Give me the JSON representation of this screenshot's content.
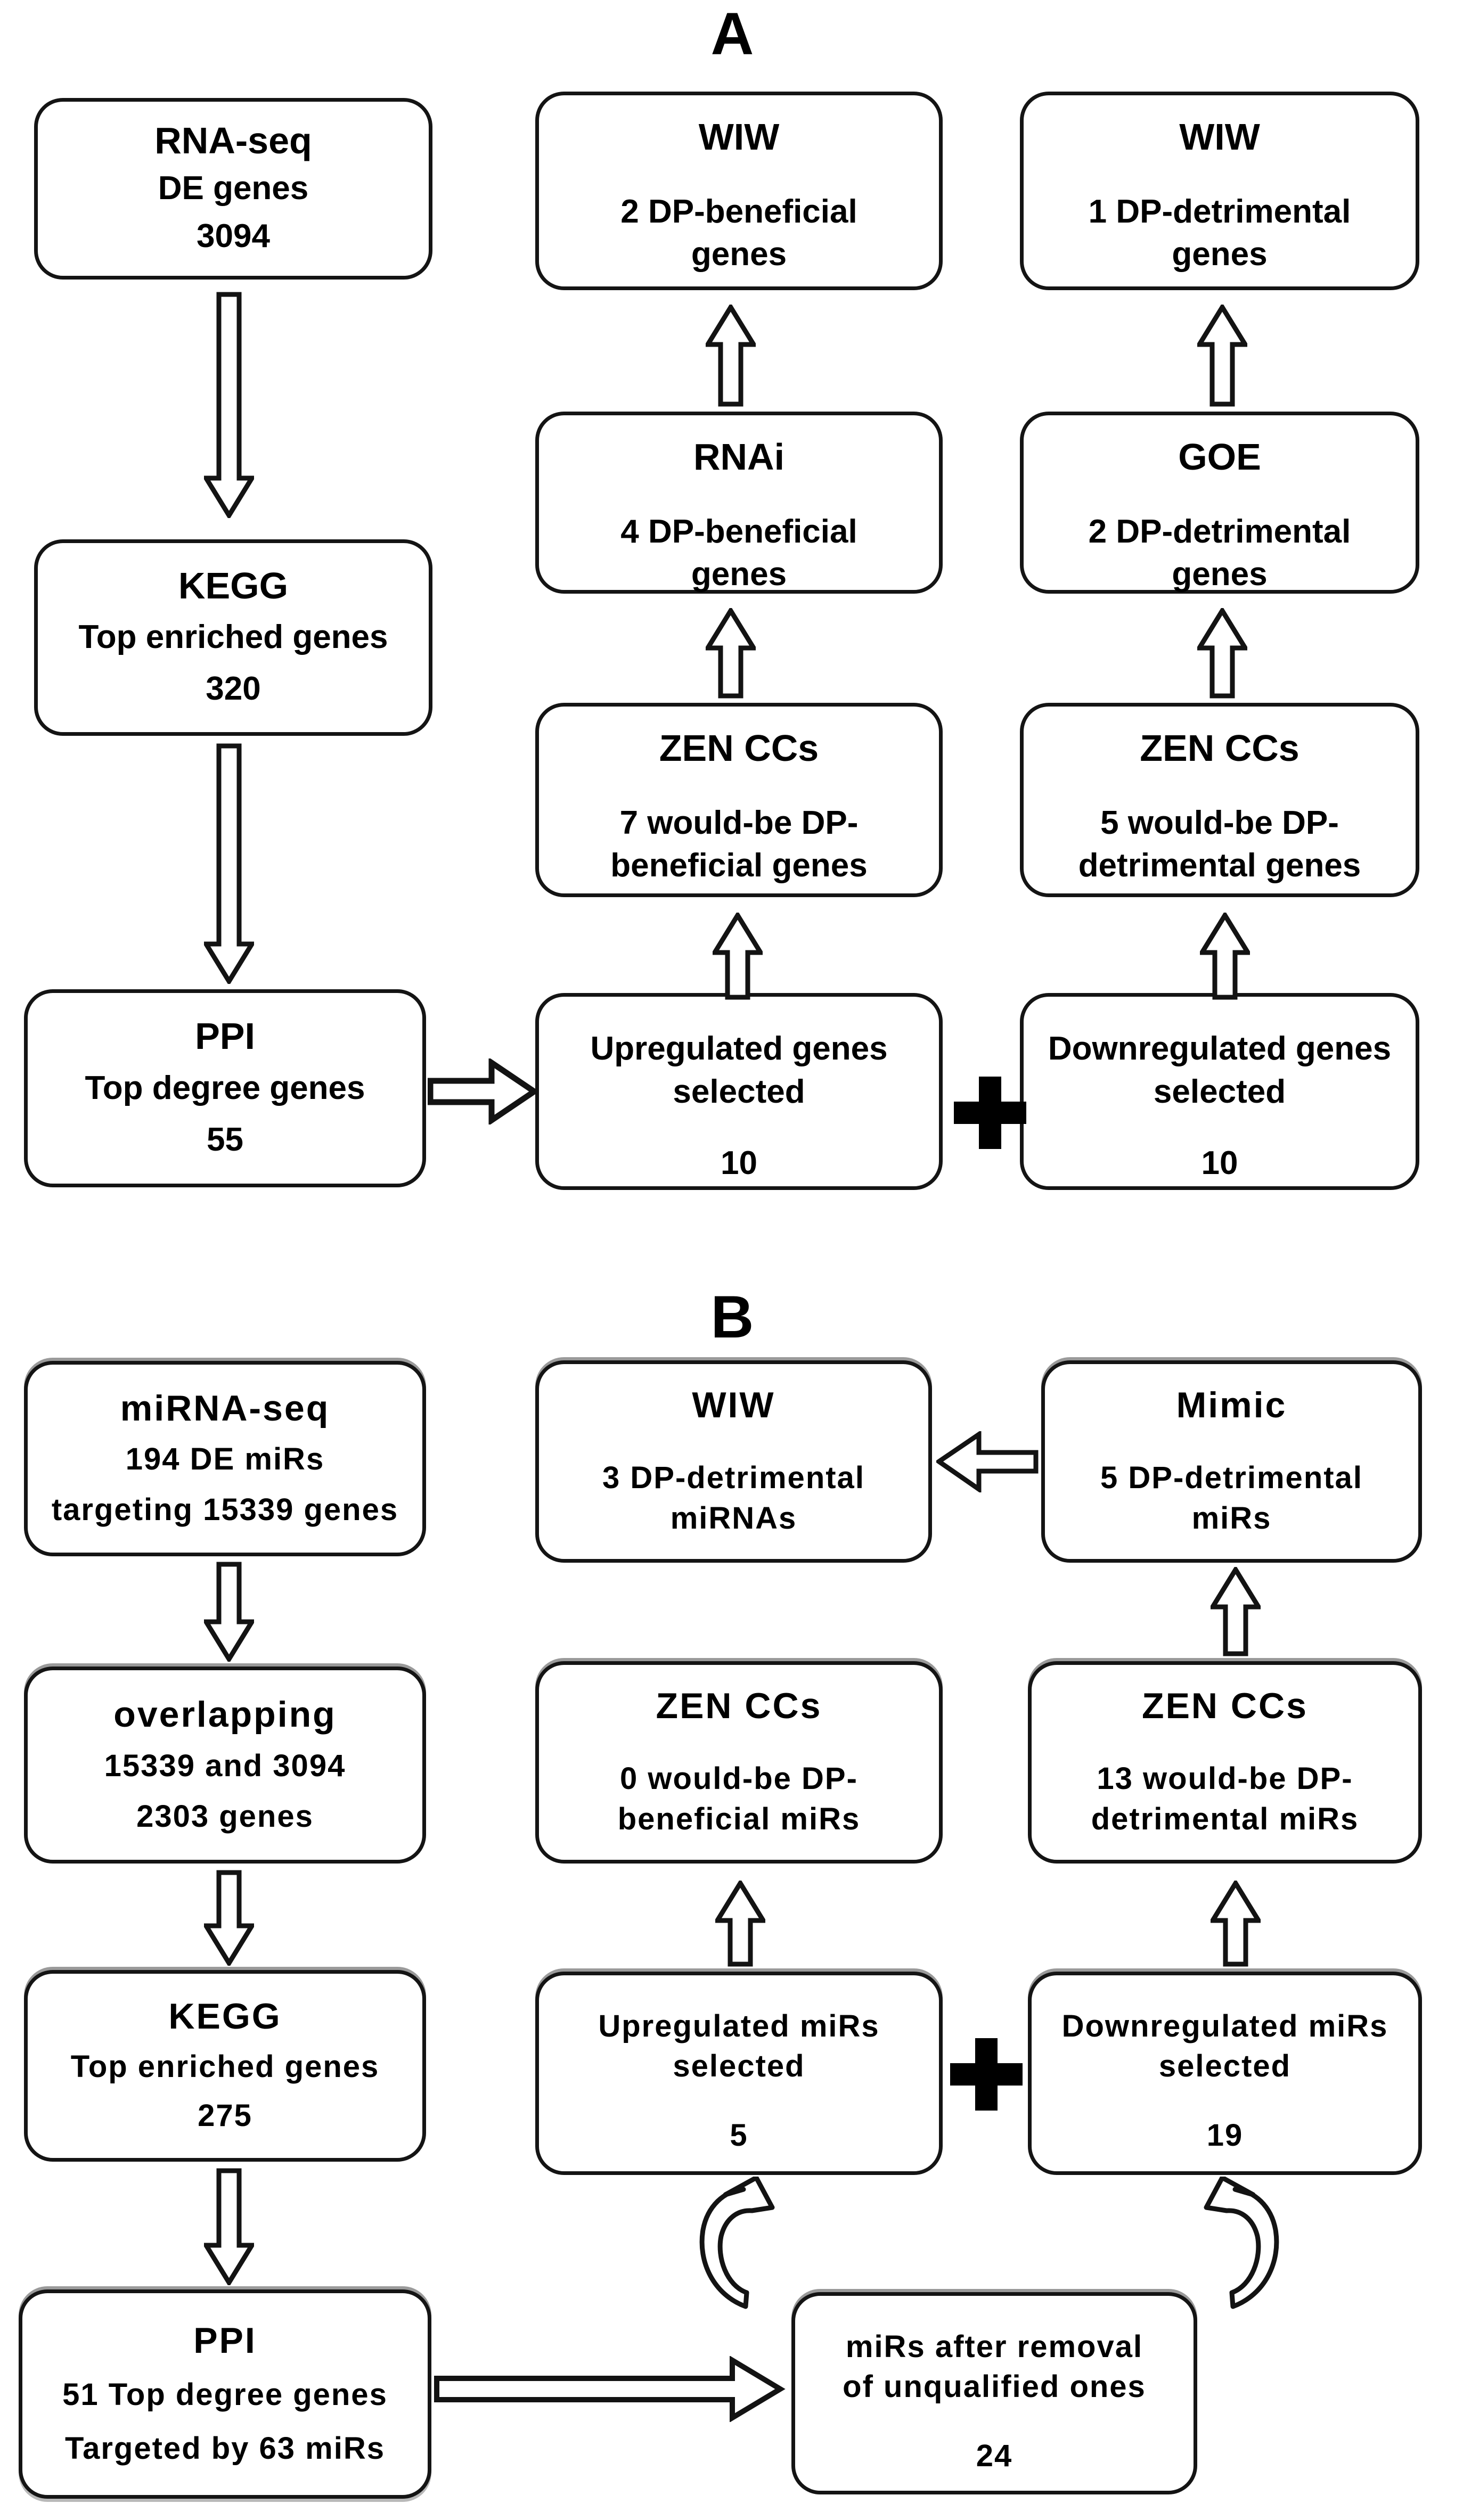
{
  "figure": {
    "colors": {
      "box_border": "#141414",
      "text": "#000000",
      "background": "#ffffff",
      "bevel": "#9a9a9a"
    },
    "panel_a": {
      "label": "A",
      "plus": "+",
      "nodes": {
        "rnaseq": {
          "lines": [
            "RNA-seq",
            "DE genes",
            "3094"
          ]
        },
        "kegg": {
          "lines": [
            "KEGG",
            "Top enriched genes",
            "320"
          ]
        },
        "ppi": {
          "lines": [
            "PPI",
            "Top degree genes",
            "55"
          ]
        },
        "upregulated": {
          "lines": [
            "Upregulated genes",
            "selected",
            "10"
          ]
        },
        "downregulated": {
          "lines": [
            "Downregulated genes",
            "selected",
            "10"
          ]
        },
        "zen_beneficial": {
          "lines": [
            "ZEN CCs",
            "7 would-be DP-",
            "beneficial genes"
          ]
        },
        "zen_detrimental": {
          "lines": [
            "ZEN CCs",
            "5 would-be DP-",
            "detrimental genes"
          ]
        },
        "rnai": {
          "lines": [
            "RNAi",
            "4 DP-beneficial",
            "genes"
          ]
        },
        "goe": {
          "lines": [
            "GOE",
            "2 DP-detrimental",
            "genes"
          ]
        },
        "wiw_beneficial": {
          "lines": [
            "WIW",
            "2 DP-beneficial",
            "genes"
          ]
        },
        "wiw_detrimental": {
          "lines": [
            "WIW",
            "1 DP-detrimental",
            "genes"
          ]
        }
      }
    },
    "panel_b": {
      "label": "B",
      "plus": "+",
      "nodes": {
        "mirnaseq": {
          "lines": [
            "miRNA-seq",
            "194 DE miRs",
            "targeting 15339 genes"
          ]
        },
        "overlapping": {
          "lines": [
            "overlapping",
            "15339 and 3094",
            "2303 genes"
          ]
        },
        "kegg": {
          "lines": [
            "KEGG",
            "Top enriched genes",
            "275"
          ]
        },
        "ppi": {
          "lines": [
            "PPI",
            "51 Top degree genes",
            "Targeted by 63 miRs"
          ]
        },
        "removal": {
          "lines": [
            "miRs after removal",
            "of unqualified ones",
            "24"
          ]
        },
        "upregulated": {
          "lines": [
            "Upregulated miRs",
            "selected",
            "5"
          ]
        },
        "downregulated": {
          "lines": [
            "Downregulated miRs",
            "selected",
            "19"
          ]
        },
        "zen_beneficial": {
          "lines": [
            "ZEN CCs",
            "0 would-be DP-",
            "beneficial miRs"
          ]
        },
        "zen_detrimental": {
          "lines": [
            "ZEN CCs",
            "13 would-be DP-",
            "detrimental miRs"
          ]
        },
        "wiw": {
          "lines": [
            "WIW",
            "3 DP-detrimental",
            "miRNAs"
          ]
        },
        "mimic": {
          "lines": [
            "Mimic",
            "5 DP-detrimental",
            "miRs"
          ]
        }
      }
    }
  }
}
